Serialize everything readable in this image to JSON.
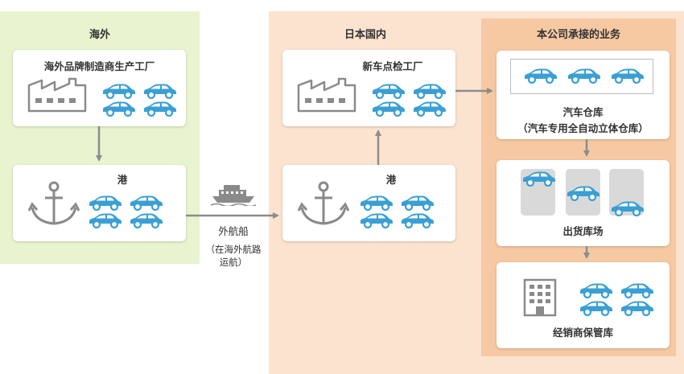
{
  "regions": {
    "overseas": "海外",
    "japan": "日本国内",
    "our_business": "本公司承接的业务"
  },
  "nodes": {
    "overseas_factory": "海外品牌制造商生产工厂",
    "overseas_port": "港",
    "inspection_factory": "新车点检工厂",
    "domestic_port": "港",
    "car_warehouse_line1": "汽车仓库",
    "car_warehouse_line2": "（汽车专用全自动立体仓库）",
    "shipping_yard": "出货库场",
    "dealer_storage": "经销商保管库"
  },
  "shipping": {
    "label": "外航船",
    "note_line1": "（在海外航路",
    "note_line2": "运航）"
  },
  "colors": {
    "car": "#3a9fd4",
    "icon_gray": "#8a8a8a",
    "arrow": "#8c8c8c"
  }
}
